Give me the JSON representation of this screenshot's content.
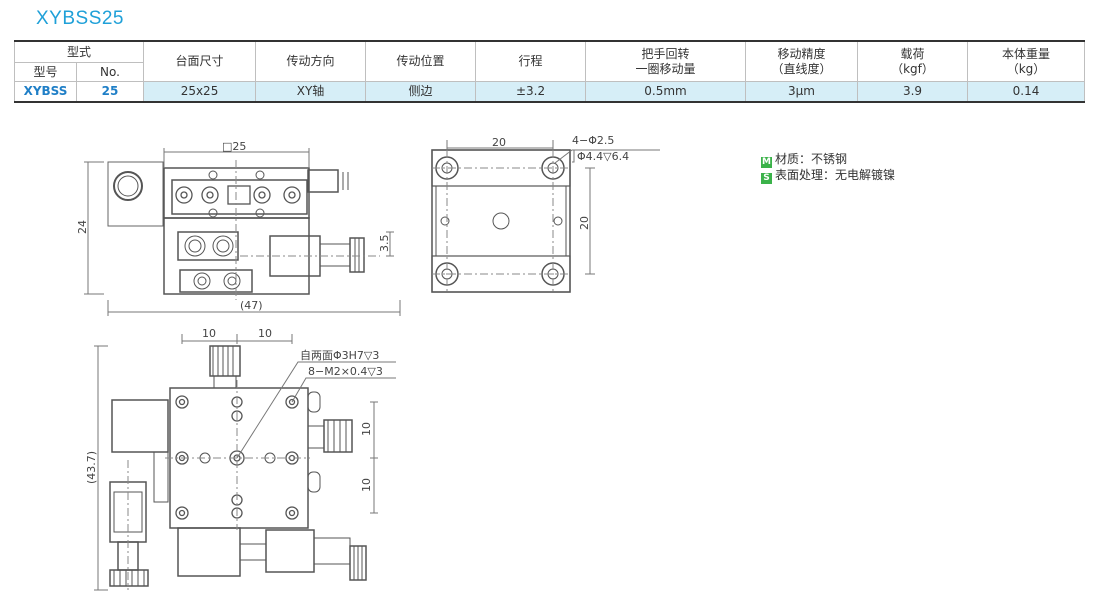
{
  "title": "XYBSS25",
  "table": {
    "group_header": "型式",
    "sub_headers": [
      "型号",
      "No."
    ],
    "columns": [
      "台面尺寸",
      "传动方向",
      "传动位置",
      "行程",
      "把手回转\n一圈移动量",
      "移动精度\n（直线度）",
      "载荷\n（kgf）",
      "本体重量\n（kg）"
    ],
    "row": {
      "model": "XYBSS",
      "no": "25",
      "cells": [
        "25x25",
        "XY轴",
        "侧边",
        "±3.2",
        "0.5mm",
        "3μm",
        "3.9",
        "0.14"
      ]
    }
  },
  "legend": {
    "material_tag": "M",
    "material": "材质：不锈钢",
    "surface_tag": "S",
    "surface": "表面处理：无电解镀镍"
  },
  "drawing": {
    "front": {
      "square": "□25",
      "height": "24",
      "offset": "3.5",
      "width": "(47)"
    },
    "side": {
      "pitch_top": "20",
      "holes": "4−Φ2.5",
      "counterbore": "Φ4.4▽6.4",
      "pitch_side": "20"
    },
    "top": {
      "pitch_a": "10",
      "pitch_b": "10",
      "note1": "自两面Φ3H7▽3",
      "note2": "8−M2×0.4▽3",
      "pitch_c": "10",
      "pitch_d": "10",
      "height": "(43.7)"
    }
  }
}
